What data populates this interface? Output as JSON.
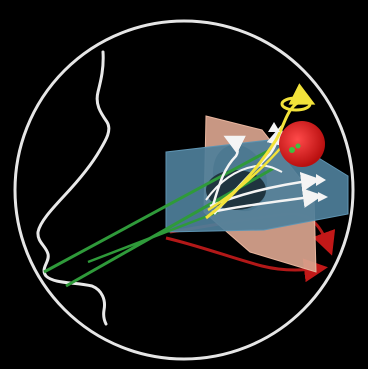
{
  "colors": {
    "background": "#000000",
    "circle_frame": "#e6e6e6",
    "profile_outline": "#e9e9e9",
    "plane_blue": "#4e7f9a",
    "plane_blue_edge": "#5f95b3",
    "plane_pink": "#d9a48e",
    "plane_pink_edge": "#e8b59e",
    "beam_green": "#2f9a3a",
    "beam_yellow": "#f2e23a",
    "beam_white": "#f4f4f4",
    "beam_red": "#b21818",
    "target_red": "#e01d1d"
  },
  "elements": {
    "circle_frame": "circular-viewport",
    "profile": "face-profile-outline",
    "plane_back": "pink-section-plane",
    "plane_front": "blue-section-plane",
    "target": "red-spherical-target",
    "beams": [
      "green-beams",
      "white-beams",
      "yellow-beams",
      "red-beams"
    ]
  }
}
